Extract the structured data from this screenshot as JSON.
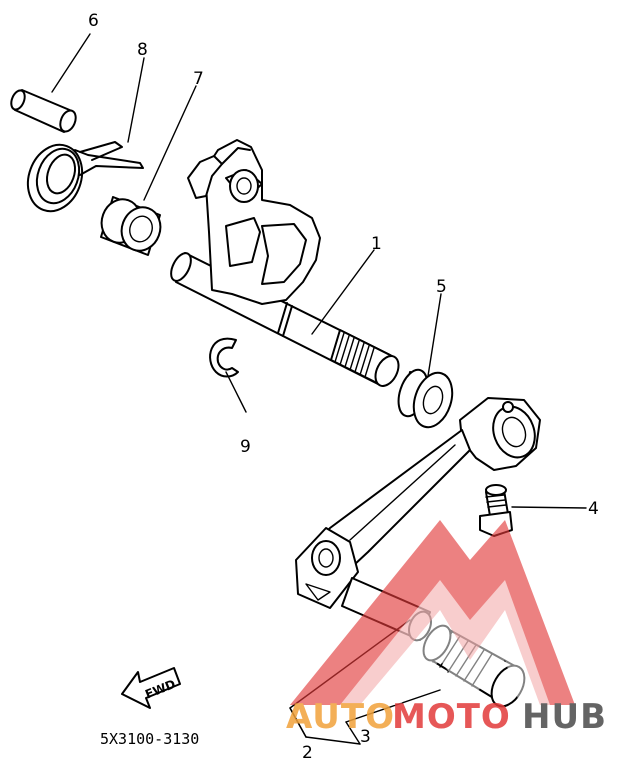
{
  "callouts": {
    "p1": "1",
    "p2": "2",
    "p3": "3",
    "p4": "4",
    "p5": "5",
    "p6": "6",
    "p7": "7",
    "p8": "8",
    "p9": "9"
  },
  "diagram_code": "5X3100-3130",
  "fwd_label": "FWD",
  "watermark": {
    "part1": "AUTO",
    "part2": "MOTO",
    "part3": "HUB",
    "color_red": "#e23a3a",
    "color_orange": "#f1a23a",
    "color_gray": "#4a4a4a"
  }
}
